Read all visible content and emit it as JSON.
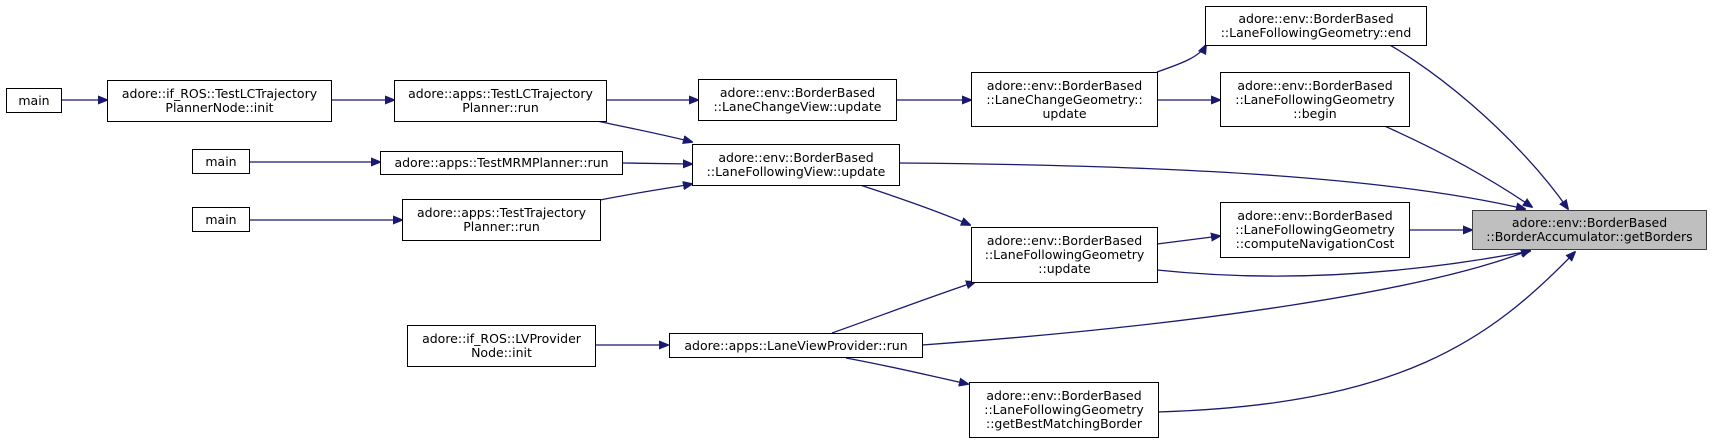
{
  "colors": {
    "edge": "#191970",
    "focus_fill": "#bfbfbf",
    "node_border": "#000000"
  },
  "nodes": {
    "main1": {
      "lines": [
        "main"
      ]
    },
    "main2": {
      "lines": [
        "main"
      ]
    },
    "main3": {
      "lines": [
        "main"
      ]
    },
    "lcnode": {
      "lines": [
        "adore::if_ROS::TestLCTrajectory",
        "PlannerNode::init"
      ]
    },
    "lcrun": {
      "lines": [
        "adore::apps::TestLCTrajectory",
        "Planner::run"
      ]
    },
    "mrm": {
      "lines": [
        "adore::apps::TestMRMPlanner::run"
      ]
    },
    "traj": {
      "lines": [
        "adore::apps::TestTrajectory",
        "Planner::run"
      ]
    },
    "lvpnode": {
      "lines": [
        "adore::if_ROS::LVProvider",
        "Node::init"
      ]
    },
    "lvprun": {
      "lines": [
        "adore::apps::LaneViewProvider::run"
      ]
    },
    "lcview": {
      "lines": [
        "adore::env::BorderBased",
        "::LaneChangeView::update"
      ]
    },
    "lfview": {
      "lines": [
        "adore::env::BorderBased",
        "::LaneFollowingView::update"
      ]
    },
    "lcgeo": {
      "lines": [
        "adore::env::BorderBased",
        "::LaneChangeGeometry::",
        "update"
      ]
    },
    "lfgupdate": {
      "lines": [
        "adore::env::BorderBased",
        "::LaneFollowingGeometry",
        "::update"
      ]
    },
    "lfgbest": {
      "lines": [
        "adore::env::BorderBased",
        "::LaneFollowingGeometry",
        "::getBestMatchingBorder"
      ]
    },
    "lfgend": {
      "lines": [
        "adore::env::BorderBased",
        "::LaneFollowingGeometry::end"
      ]
    },
    "lfgbegin": {
      "lines": [
        "adore::env::BorderBased",
        "::LaneFollowingGeometry",
        "::begin"
      ]
    },
    "lfgcost": {
      "lines": [
        "adore::env::BorderBased",
        "::LaneFollowingGeometry",
        "::computeNavigationCost"
      ]
    },
    "target": {
      "lines": [
        "adore::env::BorderBased",
        "::BorderAccumulator::getBorders"
      ]
    }
  }
}
